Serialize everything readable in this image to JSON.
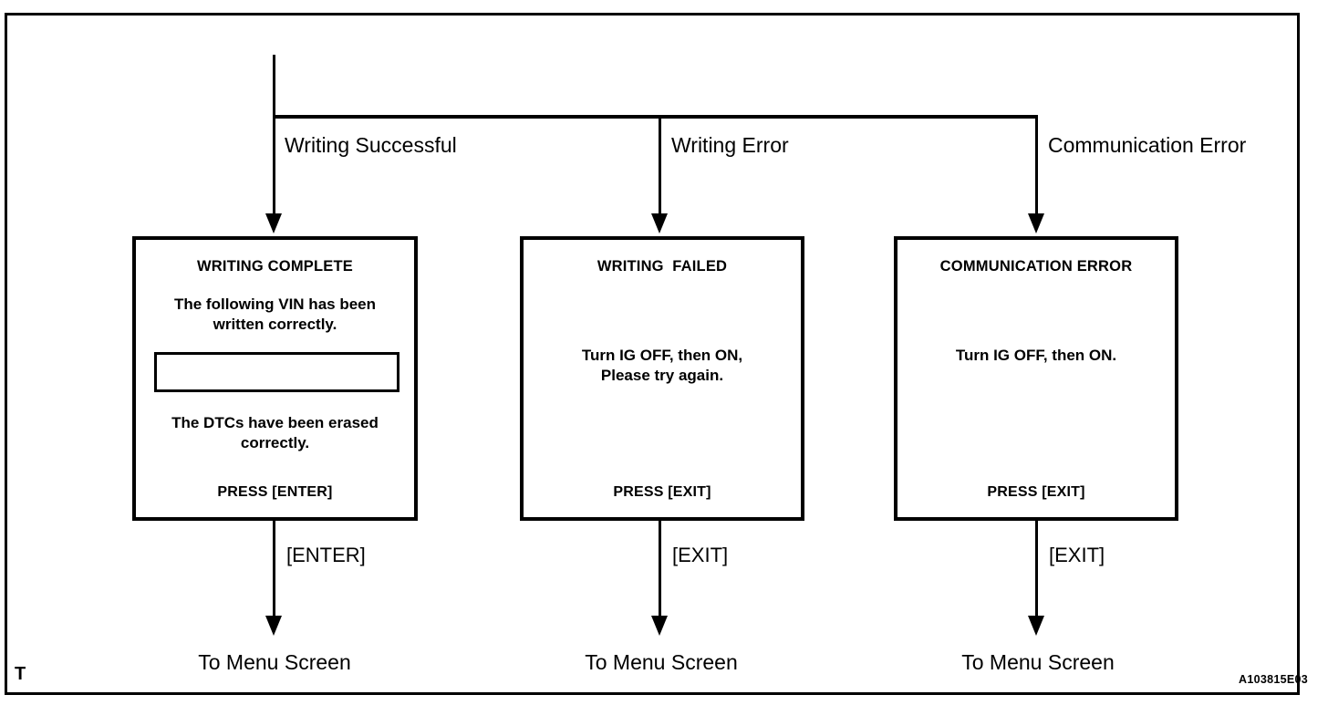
{
  "figure": {
    "id_code": "A103815E03",
    "corner_mark": "T"
  },
  "branches": [
    {
      "label": "Writing Successful",
      "key": "[ENTER]",
      "destination": "To Menu Screen",
      "screen": {
        "title": "WRITING COMPLETE",
        "body_lines": [
          "The following VIN has been",
          "written correctly."
        ],
        "has_vin_field": true,
        "vin_field_value": "",
        "body_lines_2": [
          "The DTCs have been erased",
          "correctly."
        ],
        "footer": "PRESS [ENTER]"
      }
    },
    {
      "label": "Writing Error",
      "key": "[EXIT]",
      "destination": "To Menu Screen",
      "screen": {
        "title": "WRITING  FAILED",
        "body_lines": [
          "Turn IG OFF, then ON,",
          "Please try again."
        ],
        "has_vin_field": false,
        "footer": "PRESS [EXIT]"
      }
    },
    {
      "label": "Communication Error",
      "key": "[EXIT]",
      "destination": "To Menu Screen",
      "screen": {
        "title": "COMMUNICATION ERROR",
        "body_lines": [
          "Turn IG OFF, then ON."
        ],
        "has_vin_field": false,
        "footer": "PRESS [EXIT]"
      }
    }
  ],
  "colors": {
    "ink": "#000000",
    "paper": "#ffffff"
  }
}
